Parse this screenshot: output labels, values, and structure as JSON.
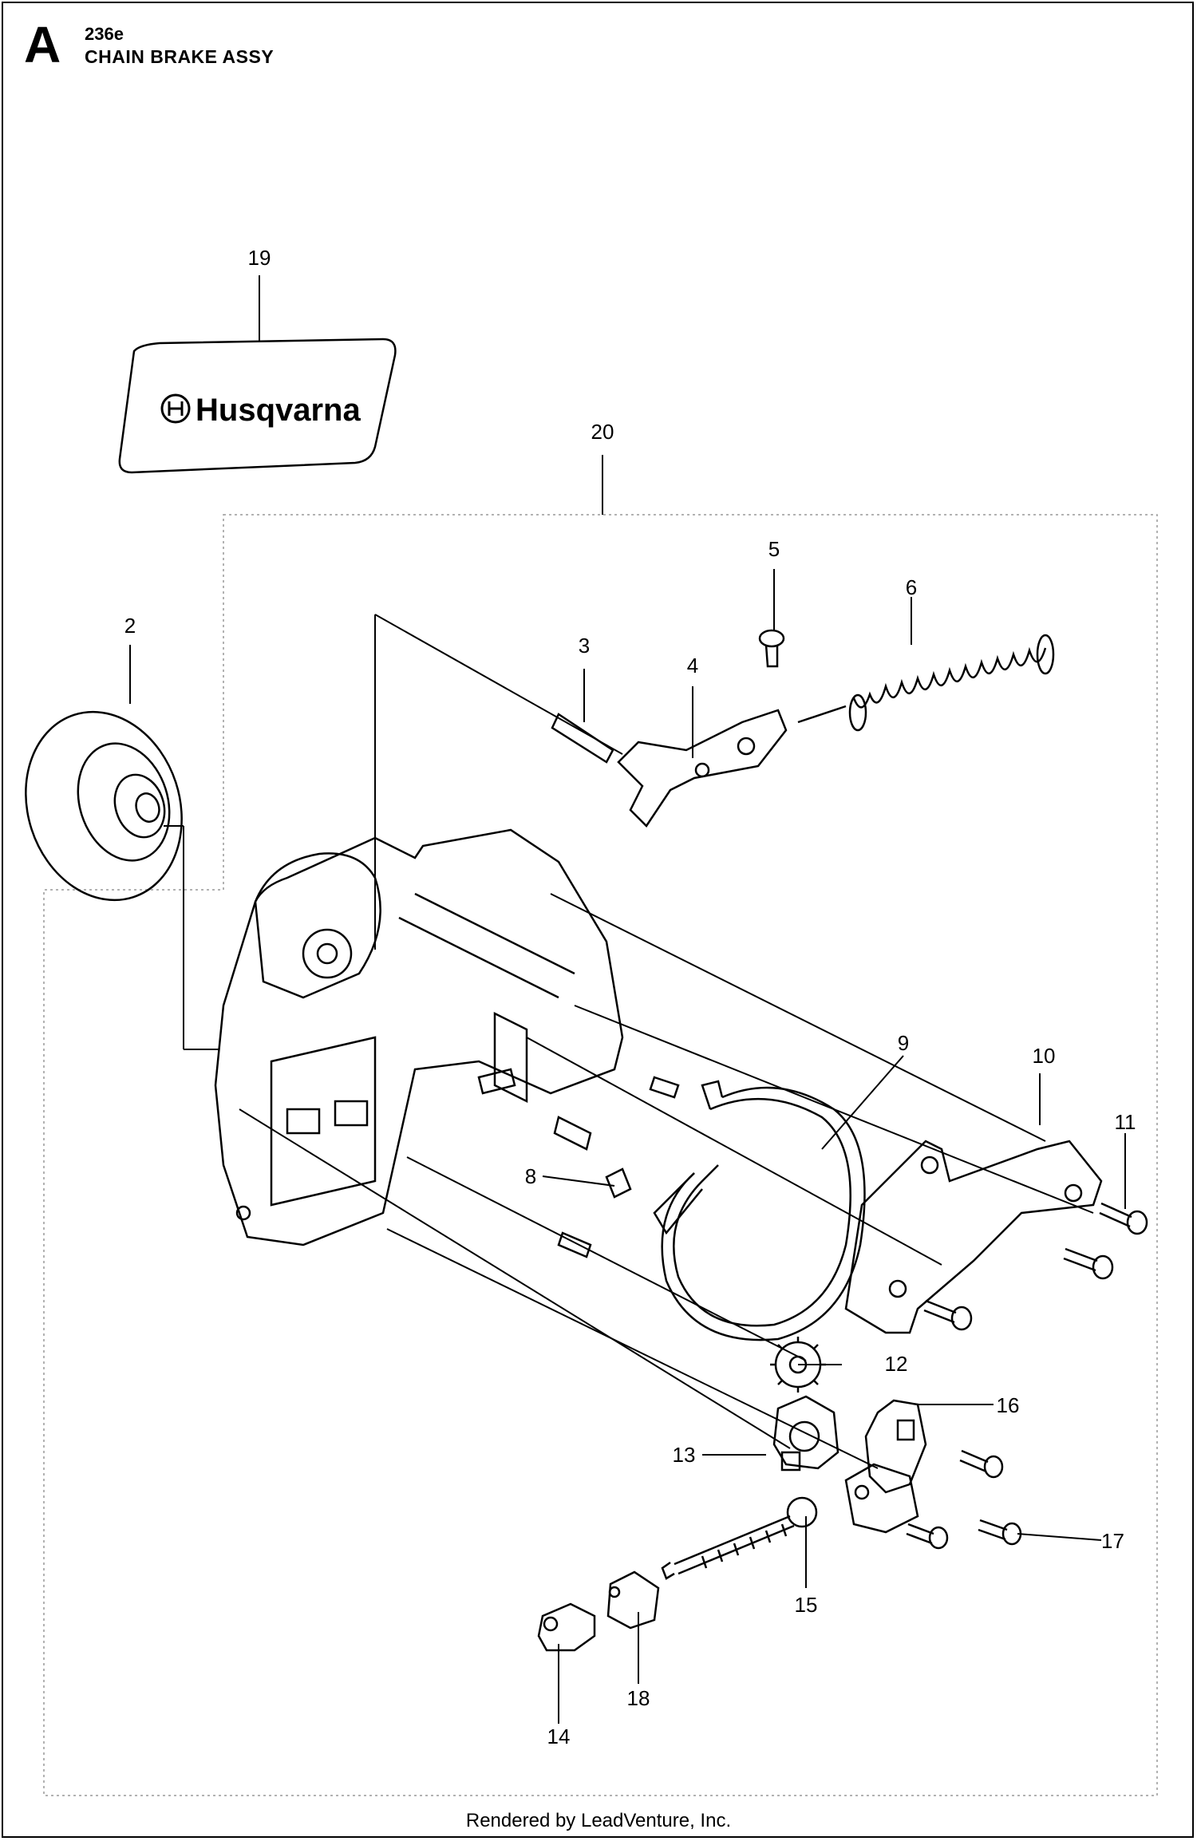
{
  "header": {
    "section_letter": "A",
    "model": "236e",
    "title": "CHAIN BRAKE ASSY"
  },
  "decal": {
    "brand": "Husqvarna"
  },
  "callouts": {
    "c2": "2",
    "c3": "3",
    "c4": "4",
    "c5": "5",
    "c6": "6",
    "c8": "8",
    "c9": "9",
    "c10": "10",
    "c11": "11",
    "c12": "12",
    "c13": "13",
    "c14": "14",
    "c15": "15",
    "c16": "16",
    "c17": "17",
    "c18": "18",
    "c19": "19",
    "c20": "20"
  },
  "footer": "Rendered by LeadVenture, Inc."
}
